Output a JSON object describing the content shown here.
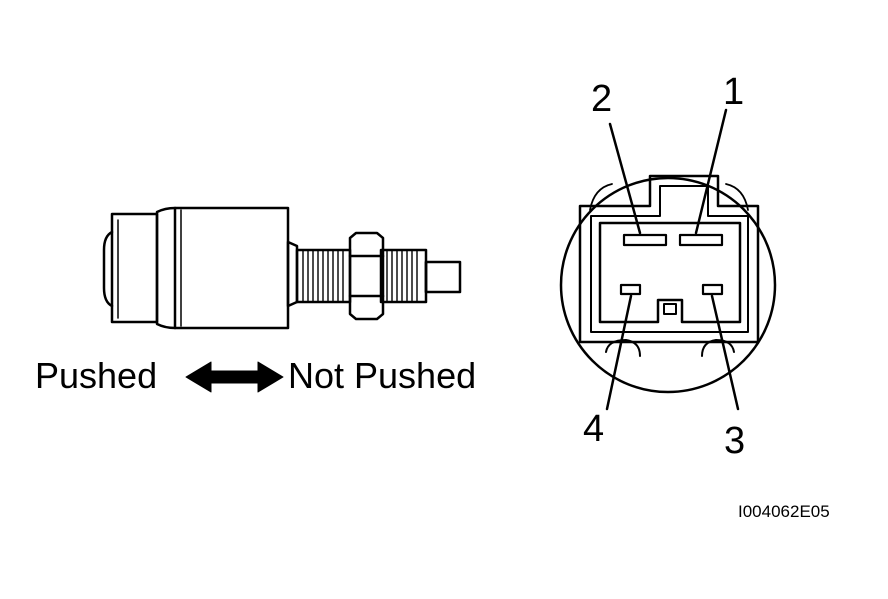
{
  "labels": {
    "pushed": "Pushed",
    "not_pushed": "Not Pushed",
    "figure_code": "I004062E05"
  },
  "connector": {
    "pins": [
      {
        "id": "1",
        "label": "1"
      },
      {
        "id": "2",
        "label": "2"
      },
      {
        "id": "3",
        "label": "3"
      },
      {
        "id": "4",
        "label": "4"
      }
    ]
  },
  "colors": {
    "ink": "#000000",
    "background": "#ffffff"
  }
}
